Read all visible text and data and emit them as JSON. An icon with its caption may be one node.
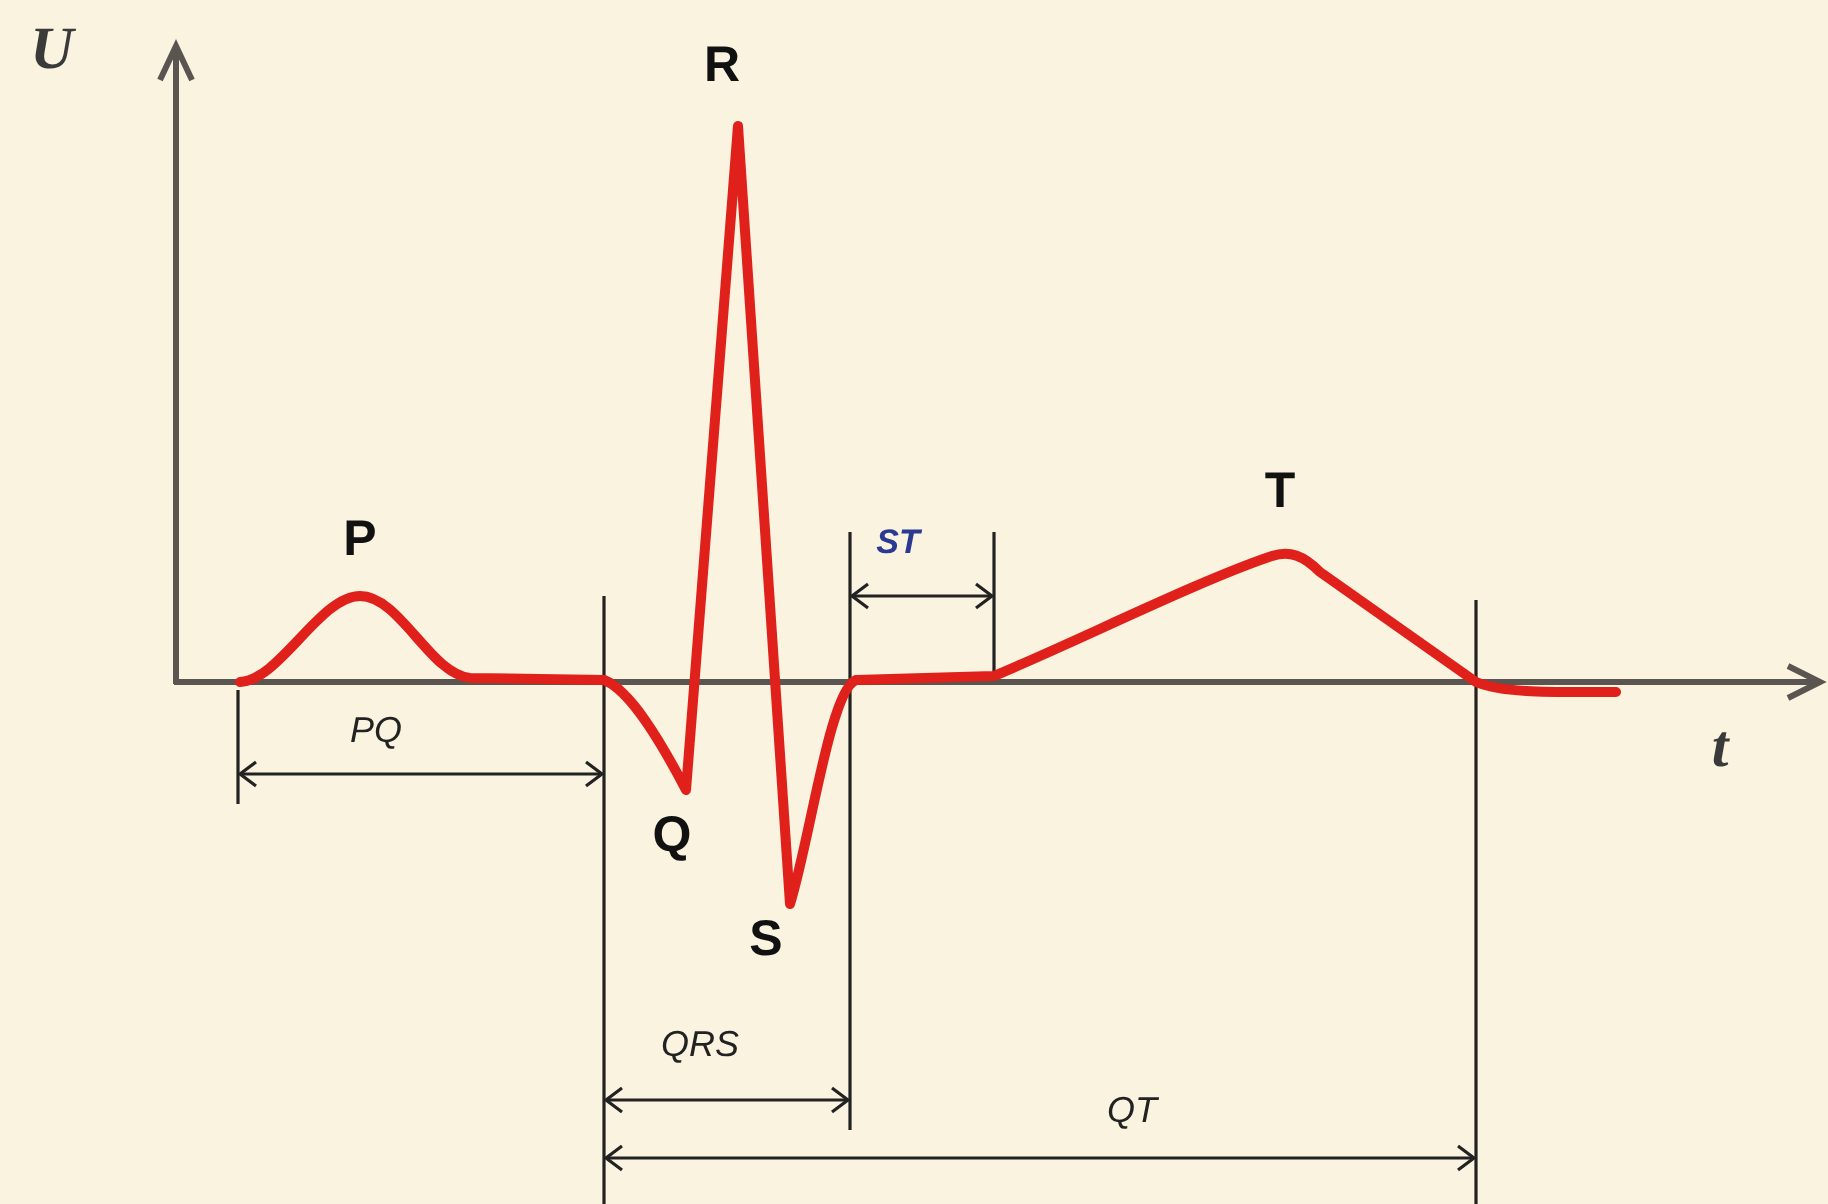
{
  "diagram": {
    "labels": [
      "U",
      "R",
      "P",
      "ST",
      "T",
      "PQ",
      "t",
      "Q",
      "S",
      "QRS",
      "QT"
    ]
  }
}
